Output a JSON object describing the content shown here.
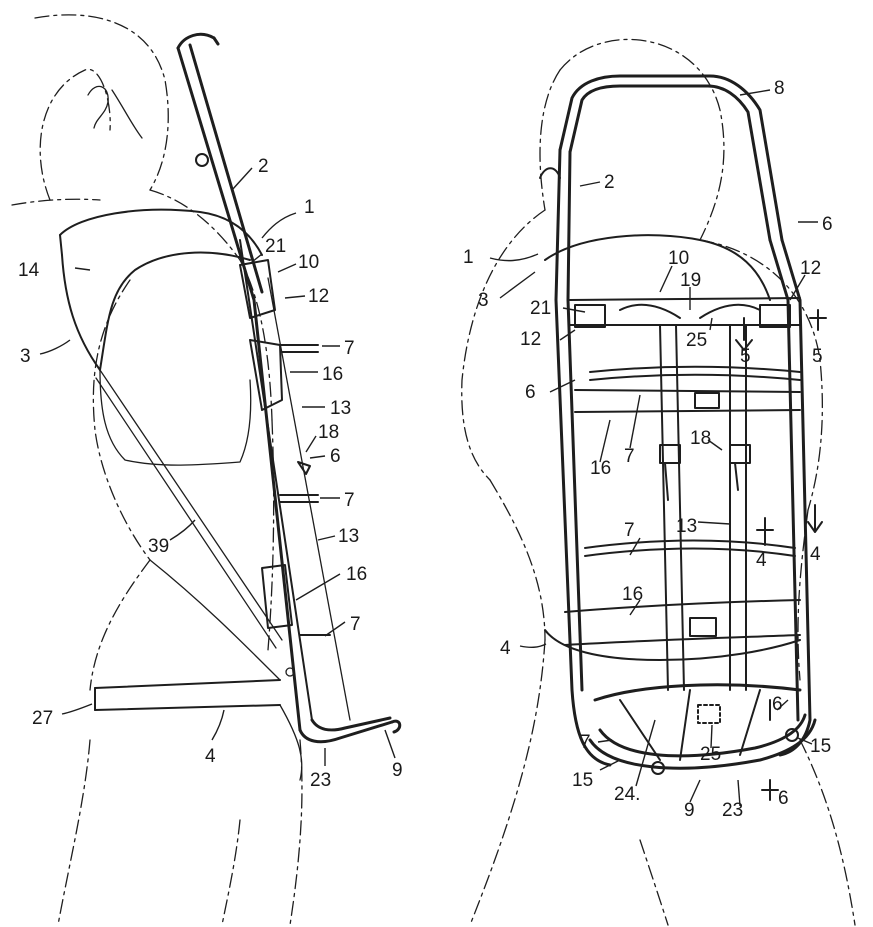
{
  "figure": {
    "side_view": {
      "labels": [
        {
          "id": "l-2",
          "text": "2"
        },
        {
          "id": "l-1",
          "text": "1"
        },
        {
          "id": "l-21",
          "text": "21"
        },
        {
          "id": "l-10",
          "text": "10"
        },
        {
          "id": "l-14",
          "text": "14"
        },
        {
          "id": "l-12",
          "text": "12"
        },
        {
          "id": "l-3",
          "text": "3"
        },
        {
          "id": "l-7a",
          "text": "7"
        },
        {
          "id": "l-16a",
          "text": "16"
        },
        {
          "id": "l-13a",
          "text": "13"
        },
        {
          "id": "l-18",
          "text": "18"
        },
        {
          "id": "l-6",
          "text": "6"
        },
        {
          "id": "l-7b",
          "text": "7"
        },
        {
          "id": "l-39",
          "text": "39"
        },
        {
          "id": "l-13b",
          "text": "13"
        },
        {
          "id": "l-16b",
          "text": "16"
        },
        {
          "id": "l-7c",
          "text": "7"
        },
        {
          "id": "l-27",
          "text": "27"
        },
        {
          "id": "l-4",
          "text": "4"
        },
        {
          "id": "l-23",
          "text": "23"
        },
        {
          "id": "l-9",
          "text": "9"
        }
      ]
    },
    "rear_view": {
      "labels": [
        {
          "id": "r-8",
          "text": "8"
        },
        {
          "id": "r-2",
          "text": "2"
        },
        {
          "id": "r-6a",
          "text": "6"
        },
        {
          "id": "r-1",
          "text": "1"
        },
        {
          "id": "r-10",
          "text": "10"
        },
        {
          "id": "r-12a",
          "text": "12"
        },
        {
          "id": "r-3",
          "text": "3"
        },
        {
          "id": "r-19",
          "text": "19"
        },
        {
          "id": "r-21",
          "text": "21"
        },
        {
          "id": "r-12b",
          "text": "12"
        },
        {
          "id": "r-25a",
          "text": "25"
        },
        {
          "id": "r-5a",
          "text": "5"
        },
        {
          "id": "r-5b",
          "text": "5"
        },
        {
          "id": "r-6b",
          "text": "6"
        },
        {
          "id": "r-7a",
          "text": "7"
        },
        {
          "id": "r-18",
          "text": "18"
        },
        {
          "id": "r-16a",
          "text": "16"
        },
        {
          "id": "r-7b",
          "text": "7"
        },
        {
          "id": "r-13",
          "text": "13"
        },
        {
          "id": "r-4a",
          "text": "4"
        },
        {
          "id": "r-4b",
          "text": "4"
        },
        {
          "id": "r-16b",
          "text": "16"
        },
        {
          "id": "r-4c",
          "text": "4"
        },
        {
          "id": "r-6c",
          "text": "6"
        },
        {
          "id": "r-7c",
          "text": "7"
        },
        {
          "id": "r-15a",
          "text": "15"
        },
        {
          "id": "r-25b",
          "text": "25"
        },
        {
          "id": "r-15b",
          "text": "15"
        },
        {
          "id": "r-24",
          "text": "24."
        },
        {
          "id": "r-9",
          "text": "9"
        },
        {
          "id": "r-23",
          "text": "23"
        },
        {
          "id": "r-6d",
          "text": "6"
        }
      ]
    }
  }
}
